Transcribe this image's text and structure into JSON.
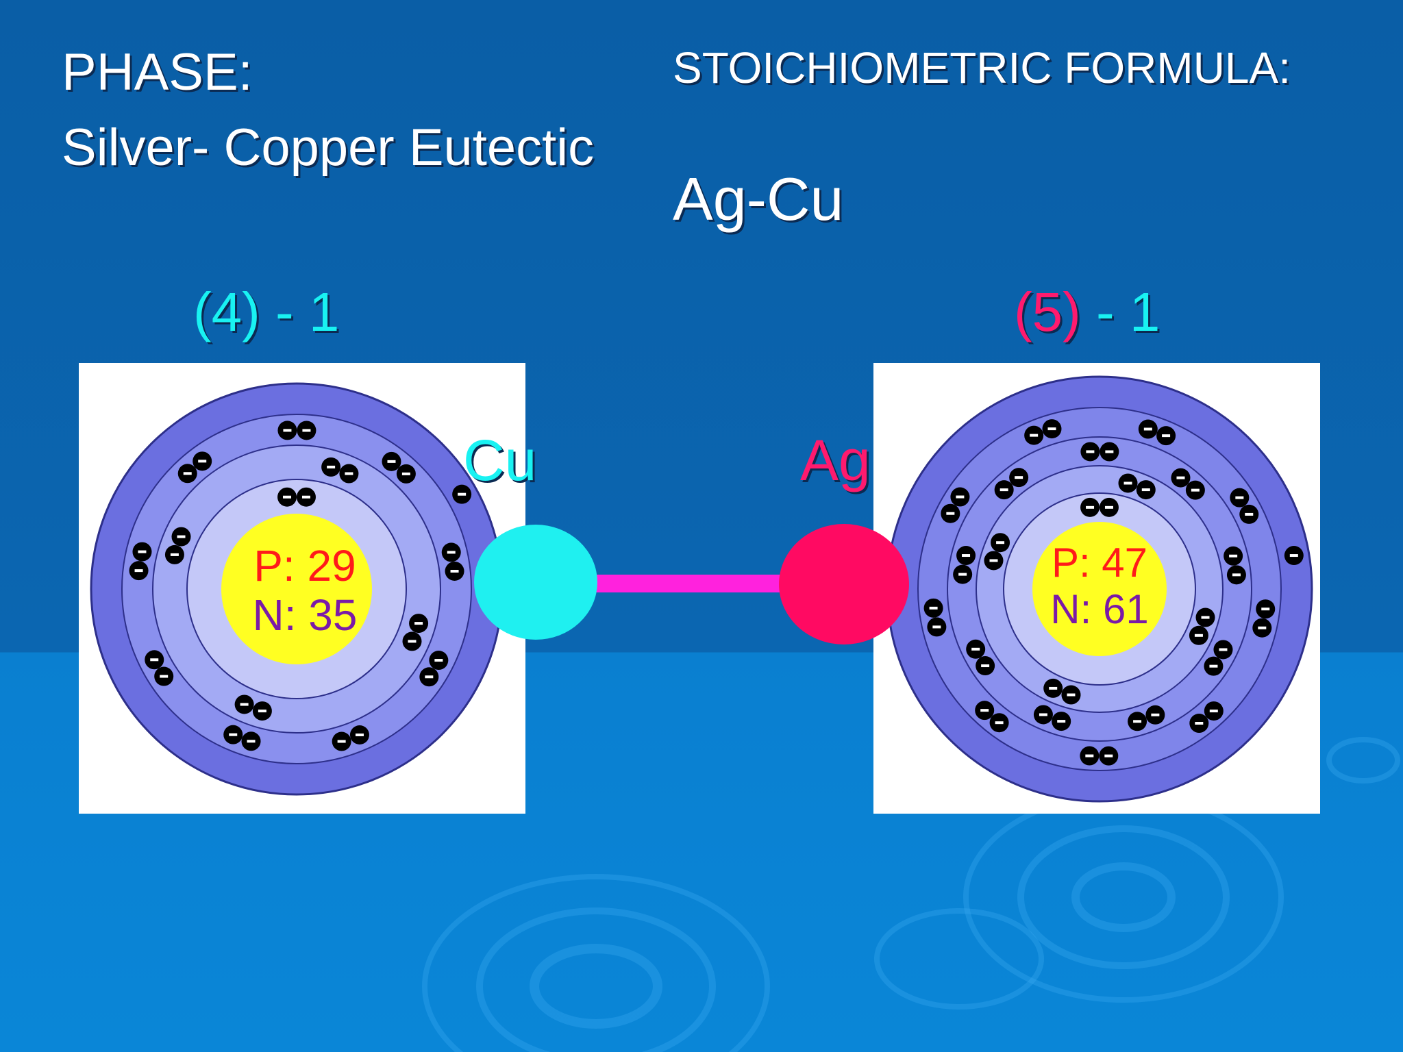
{
  "header": {
    "phase_label": "PHASE:",
    "phase_value": "Silver- Copper Eutectic",
    "formula_label": "STOICHIOMETRIC FORMULA:",
    "formula_value": "Ag-Cu"
  },
  "left_atom": {
    "valence_paren": "(4)",
    "valence_rest": " - 1",
    "symbol": "Cu",
    "protons": "P: 29",
    "neutrons": "N: 35",
    "electrons_per_shell": [
      2,
      8,
      18,
      1
    ],
    "accent_color": "#19f2f2"
  },
  "right_atom": {
    "valence_paren": "(5)",
    "valence_rest": " - 1",
    "symbol": "Ag",
    "protons": "P: 47",
    "neutrons": "N: 61",
    "electrons_per_shell": [
      2,
      8,
      18,
      18,
      1
    ],
    "accent_color": "#ff1a6e"
  },
  "bond": {
    "color": "#ff22dd",
    "left_ball_color": "#1ff0f0",
    "right_ball_color": "#ff0a62"
  }
}
